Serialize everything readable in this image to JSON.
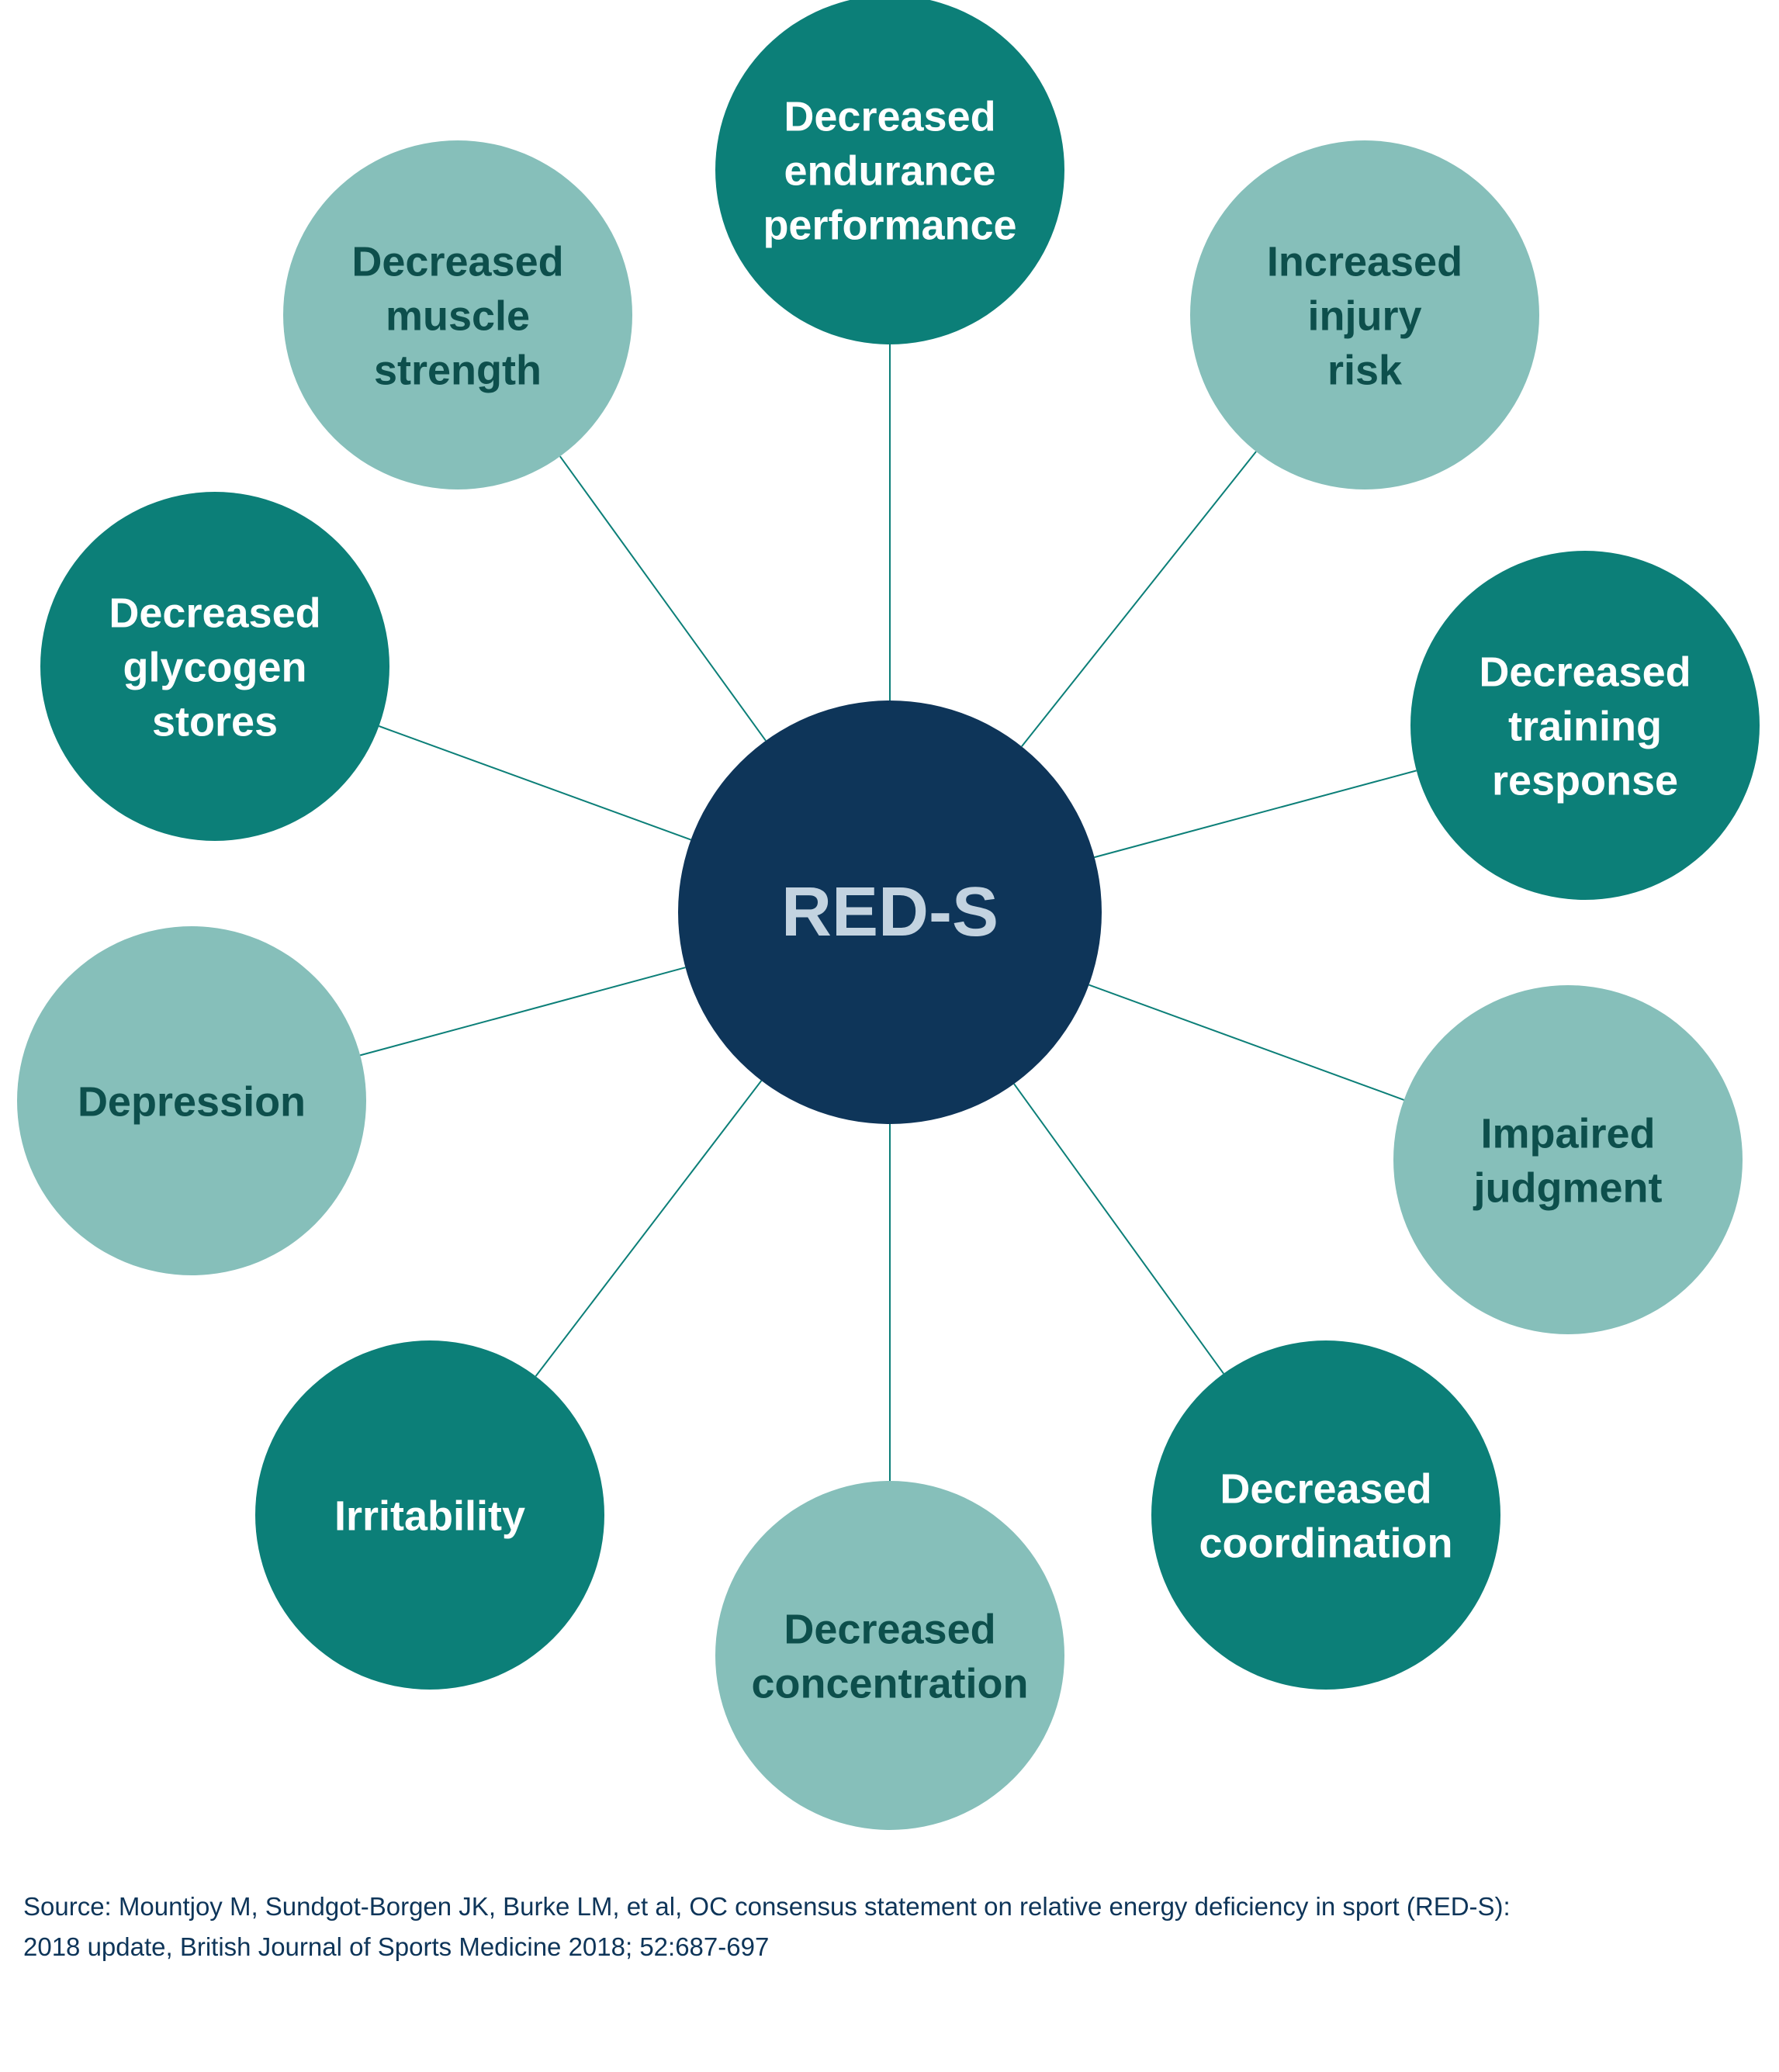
{
  "center": {
    "label": "RED-S",
    "fill": "#0e3559",
    "text_color": "#c3d3e0"
  },
  "colors": {
    "dark_fill": "#0c7f78",
    "dark_text": "#ffffff",
    "light_fill": "#86bfba",
    "light_text": "#0d4f4c",
    "connector": "#0c7f78"
  },
  "nodes": [
    {
      "id": "decreased-endurance-performance",
      "lines": [
        "Decreased",
        "endurance",
        "performance"
      ],
      "tone": "dark"
    },
    {
      "id": "increased-injury-risk",
      "lines": [
        "Increased",
        "injury",
        "risk"
      ],
      "tone": "light"
    },
    {
      "id": "decreased-training-response",
      "lines": [
        "Decreased",
        "training",
        "response"
      ],
      "tone": "dark"
    },
    {
      "id": "impaired-judgment",
      "lines": [
        "Impaired",
        "judgment"
      ],
      "tone": "light"
    },
    {
      "id": "decreased-coordination",
      "lines": [
        "Decreased",
        "coordination"
      ],
      "tone": "dark"
    },
    {
      "id": "decreased-concentration",
      "lines": [
        "Decreased",
        "concentration"
      ],
      "tone": "light"
    },
    {
      "id": "irritability",
      "lines": [
        "Irritability"
      ],
      "tone": "dark"
    },
    {
      "id": "depression",
      "lines": [
        "Depression"
      ],
      "tone": "light"
    },
    {
      "id": "decreased-glycogen-stores",
      "lines": [
        "Decreased",
        "glycogen",
        "stores"
      ],
      "tone": "dark"
    },
    {
      "id": "decreased-muscle-strength",
      "lines": [
        "Decreased",
        "muscle",
        "strength"
      ],
      "tone": "light"
    }
  ],
  "source": {
    "line1": "Source: Mountjoy M, Sundgot-Borgen JK, Burke LM, et al, OC consensus statement on relative energy deficiency in sport (RED-S):",
    "line2": "2018 update, British Journal of Sports Medicine 2018; 52:687-697"
  }
}
